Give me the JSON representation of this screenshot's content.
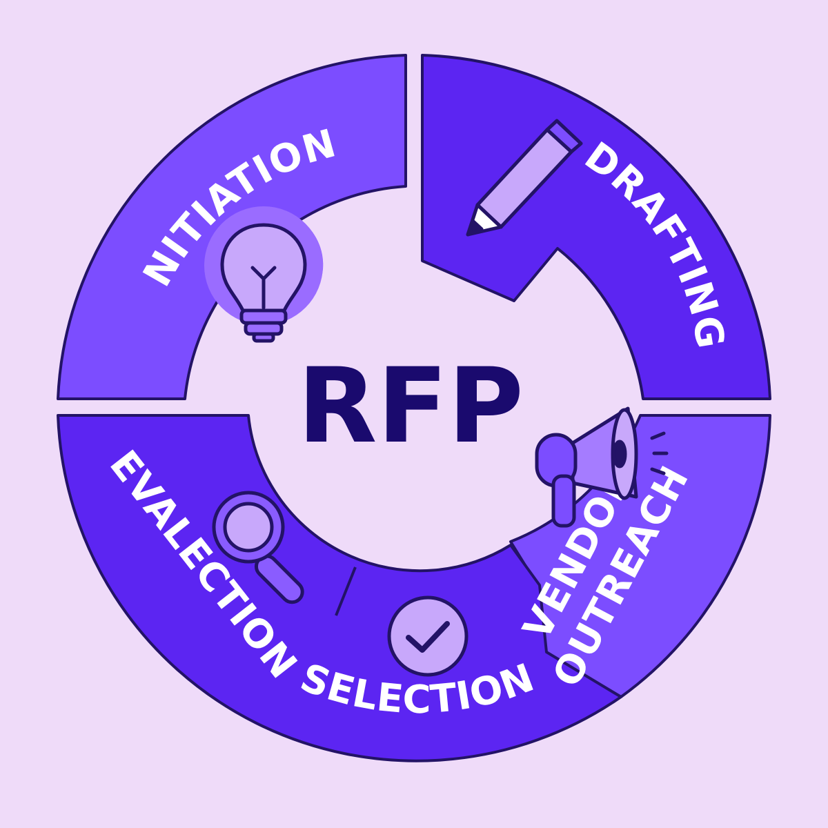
{
  "center_title": "RFP",
  "stages": [
    {
      "label": "INITIATION",
      "icon": "lightbulb-icon",
      "color": "#7c4dff"
    },
    {
      "label": "DRAFTING",
      "icon": "pencil-icon",
      "color": "#5c25f2"
    },
    {
      "label": "VENDOR",
      "label_line2": "OUTREACH",
      "icon": "megaphone-icon",
      "color": "#7c4dff"
    },
    {
      "label": "SELECTION",
      "icon": "checkmark-icon",
      "color": "#5c25f2"
    },
    {
      "label": "EVALECTION",
      "icon": "magnifier-icon",
      "color": "#5c25f2"
    }
  ],
  "colors": {
    "background": "#efdbf9",
    "outline": "#231366",
    "center_text": "#1a0a6e",
    "icon_fill": "#c8a8fb"
  }
}
